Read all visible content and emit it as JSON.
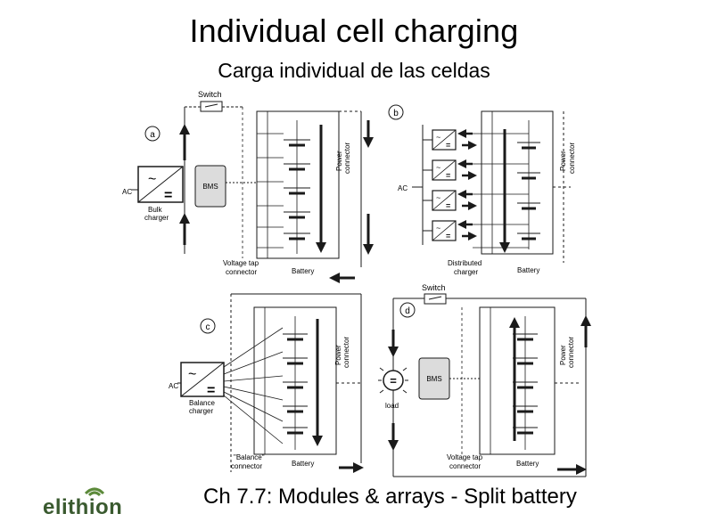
{
  "slide": {
    "title": "Individual cell charging",
    "subtitle": "Carga individual de las celdas",
    "footer": "Ch 7.7: Modules & arrays - Split battery",
    "logo_text": "elithion"
  },
  "panels": {
    "a": {
      "letter": "a",
      "switch": "Switch",
      "ac": "AC",
      "charger": [
        "Bulk",
        "charger"
      ],
      "bms": "BMS",
      "power": [
        "Power",
        "connector"
      ],
      "tap": [
        "Voltage tap",
        "connector"
      ],
      "battery": "Battery"
    },
    "b": {
      "letter": "b",
      "ac": "AC",
      "power": [
        "Power",
        "connector"
      ],
      "charger": [
        "Distributed",
        "charger"
      ],
      "battery": "Battery"
    },
    "c": {
      "letter": "c",
      "ac": "AC",
      "charger": [
        "Balance",
        "charger"
      ],
      "power": [
        "Power",
        "connector"
      ],
      "tap": [
        "\"Balance\"",
        "connector"
      ],
      "battery": "Battery"
    },
    "d": {
      "letter": "d",
      "switch": "Switch",
      "load": "load",
      "bms": "BMS",
      "power": [
        "Power",
        "connector"
      ],
      "tap": [
        "Voltage tap",
        "connector"
      ],
      "battery": "Battery"
    }
  },
  "colors": {
    "ink": "#1a1a1a",
    "box_fill": "#dcdcdc",
    "logo_green": "#3a5a2f"
  }
}
